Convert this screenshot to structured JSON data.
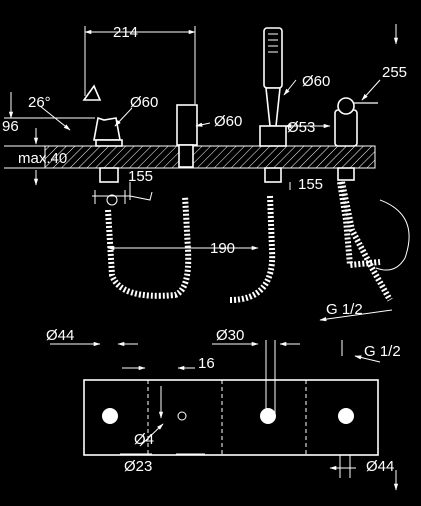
{
  "labels": {
    "w214": "214",
    "a26": "26°",
    "d60a": "Ø60",
    "d60b": "Ø60",
    "d60c": "Ø60",
    "h255": "255",
    "h96": "96",
    "d53": "Ø53",
    "max40": "max.40",
    "h155a": "155",
    "h155b": "155",
    "w190": "190",
    "g12a": "G 1/2",
    "d44a": "Ø44",
    "d30": "Ø30",
    "g12b": "G 1/2",
    "w16": "16",
    "d4": "Ø4",
    "d23": "Ø23",
    "d44b": "Ø44"
  }
}
